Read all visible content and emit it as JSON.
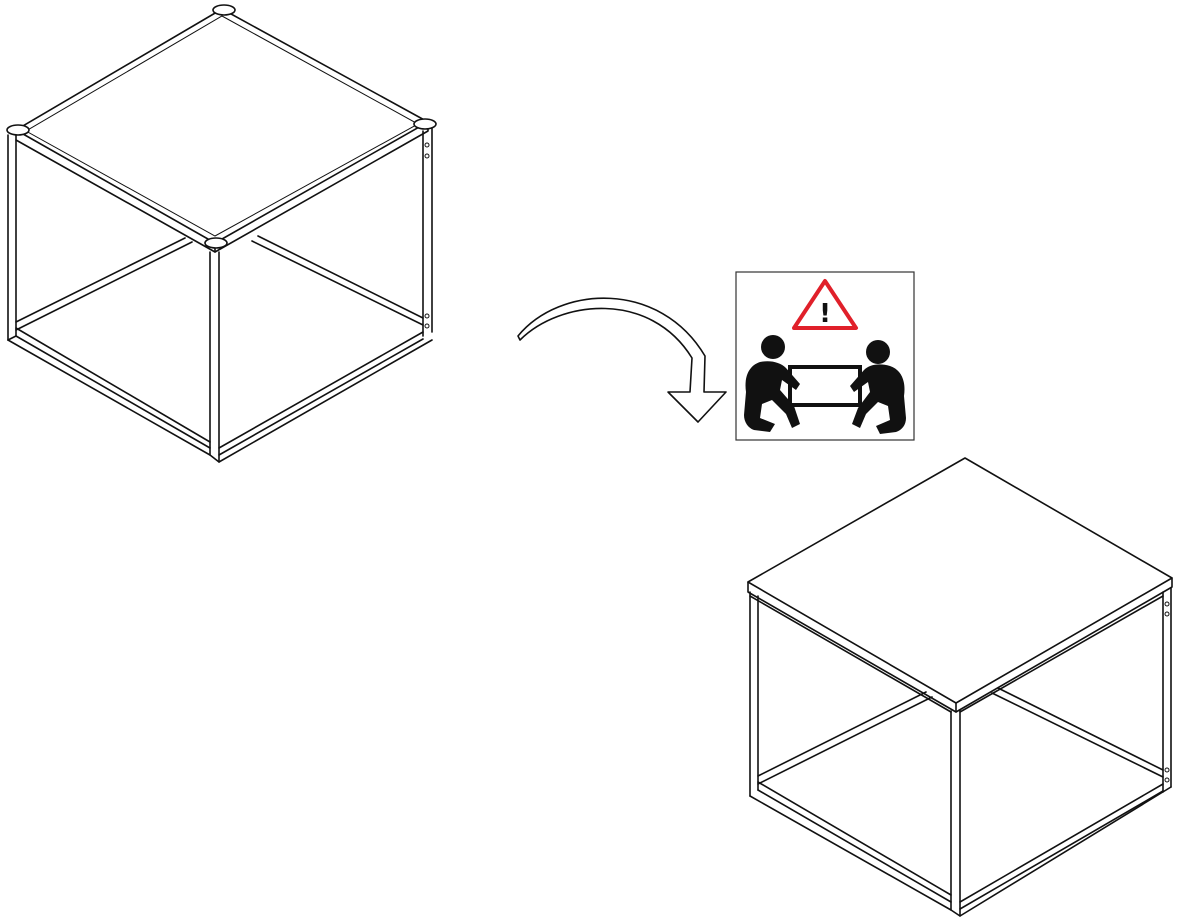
{
  "diagram": {
    "steps": [
      {
        "name": "cabinet-upside-down",
        "description_visible": false
      },
      {
        "name": "cabinet-upright",
        "description_visible": false
      }
    ],
    "warning_sign": {
      "symbol": "!",
      "triangle_color": "#e0202a",
      "people_color": "#111111",
      "icon": "two-person-lift-icon"
    },
    "arrow": {
      "icon": "rotate-arrow-icon",
      "direction": "clockwise"
    },
    "colors": {
      "line": "#111111",
      "background": "#ffffff"
    }
  }
}
